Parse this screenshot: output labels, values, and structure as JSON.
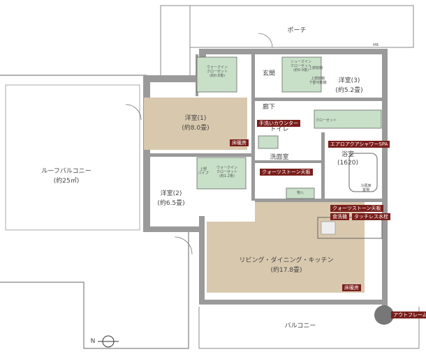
{
  "rooms": {
    "porch": "ポーチ",
    "entrance": "玄関",
    "corridor": "廊下",
    "western3_name": "洋室(3)",
    "western3_size": "(約5.2畳)",
    "western1_name": "洋室(1)",
    "western1_size": "(約8.0畳)",
    "western2_name": "洋室(2)",
    "western2_size": "(約6.5畳)",
    "roof_balcony_name": "ルーフバルコニー",
    "roof_balcony_size": "(約25㎡)",
    "washroom": "洗面室",
    "toilet": "トイレ",
    "bath_name": "浴室",
    "bath_size": "(1620)",
    "ldk_name": "リビング・ダイニング・キッチン",
    "ldk_size": "(約17.8畳)",
    "balcony": "バルコニー",
    "fridge": "冷蔵庫\n置場"
  },
  "closets": {
    "wic1": "ウォークイン\nクローゼット\n(約0.8畳)",
    "wic2": "ウォークイン\nクローゼット\n(約1.2畳)",
    "shoes": "シューズイン\nクローゼット\n(約0.9畳)",
    "closet": "クローゼット",
    "shelf": "上部枕棚",
    "pipe": "上部枕棚\n下部可動棚",
    "pipe2": "上部\nパイプ",
    "storage": "物入",
    "mb": "MB"
  },
  "tags": {
    "floor_heat": "床暖房",
    "hand_wash": "手洗いカウンター",
    "aqua_spa": "エアロアクアシャワーSPA",
    "quartz_top": "クォーツストーン天板",
    "quartz_top2": "クォーツストーン天板",
    "dishwasher": "食洗機",
    "touchless": "タッチレス水栓",
    "out_frame": "アウトフレーム"
  },
  "compass": "N",
  "colors": {
    "floor": "#d8c8ae",
    "closet": "#c8e0c8",
    "tag": "#7a1f1c",
    "wall": "#9a9a9a"
  }
}
